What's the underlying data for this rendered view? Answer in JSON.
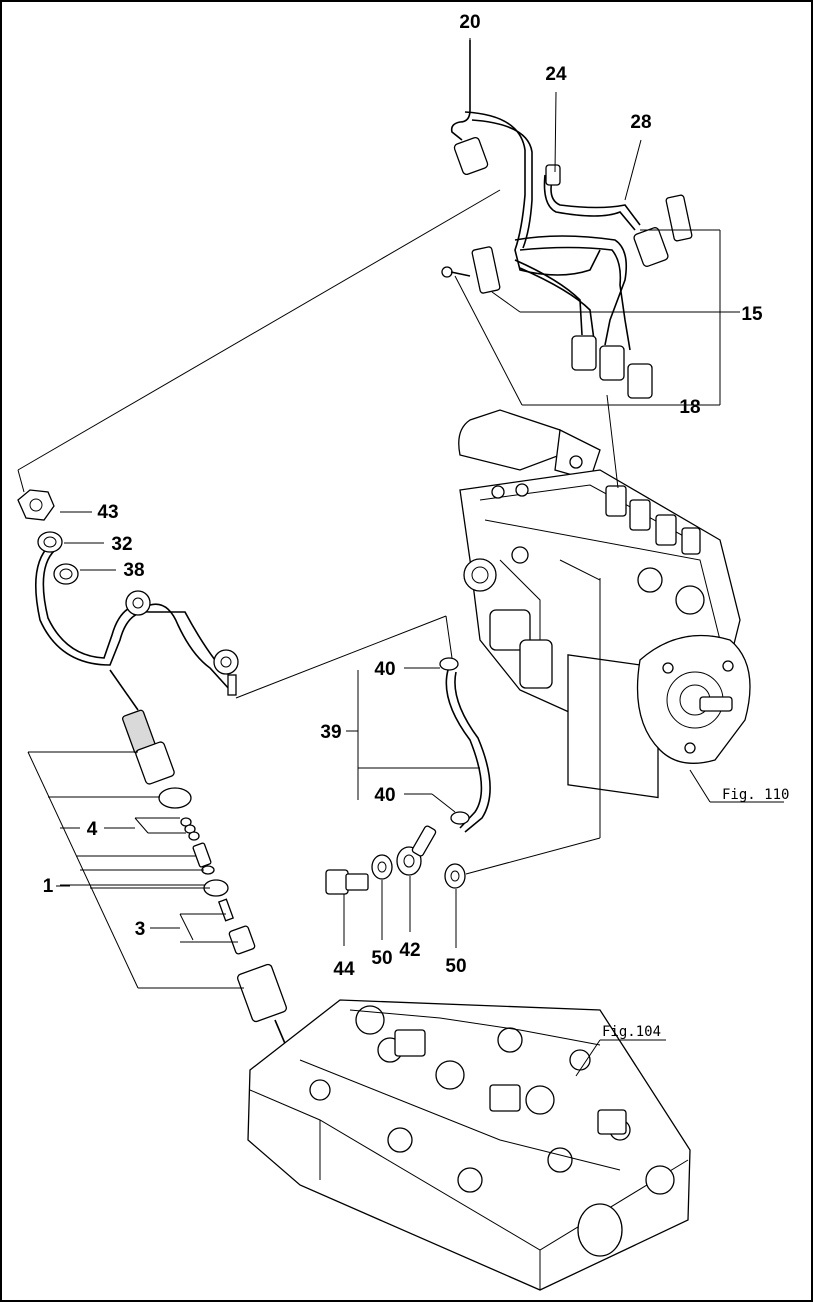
{
  "callouts": {
    "c20": "20",
    "c24": "24",
    "c28": "28",
    "c15": "15",
    "c18": "18",
    "c43": "43",
    "c32": "32",
    "c38": "38",
    "c40a": "40",
    "c39": "39",
    "c40b": "40",
    "c4": "4",
    "c1": "1",
    "c3": "3",
    "c44": "44",
    "c50a": "50",
    "c42": "42",
    "c50b": "50"
  },
  "figrefs": {
    "pump": "Fig. 110",
    "head": "Fig.104"
  },
  "colors": {
    "line": "#000000",
    "background": "#ffffff",
    "shade": "#d9d9d9"
  }
}
